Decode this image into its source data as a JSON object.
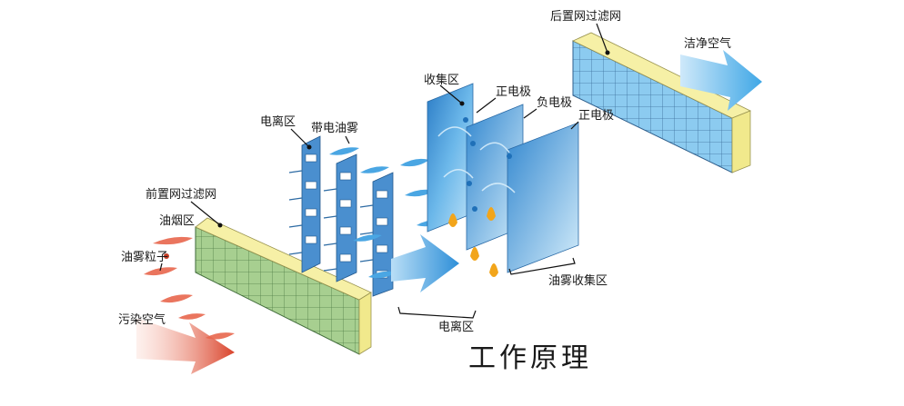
{
  "labels": {
    "post_filter": "后置网过滤网",
    "clean_air": "洁净空气",
    "collect_zone": "收集区",
    "positive_electrode_1": "正电极",
    "negative_electrode": "负电极",
    "positive_electrode_2": "正电极",
    "ionization_zone_top": "电离区",
    "charged_mist": "带电油雾",
    "pre_filter": "前置网过滤网",
    "smoke_zone": "油烟区",
    "mist_particles": "油雾粒子",
    "polluted_air": "污染空气",
    "ionization_zone_bottom": "电离区",
    "mist_collect_zone": "油雾收集区",
    "title": "工作原理"
  },
  "colors": {
    "pre_filter_grid": "#9fc98a",
    "pre_filter_edge": "#f4ee9c",
    "post_filter_grid": "#7fc3ec",
    "post_filter_edge": "#f4ee9c",
    "polluted_arrow": "#e0543a",
    "clean_arrow": "#5cb6ea",
    "plate": "#3d8fd0",
    "spark": "#f2a51b"
  }
}
